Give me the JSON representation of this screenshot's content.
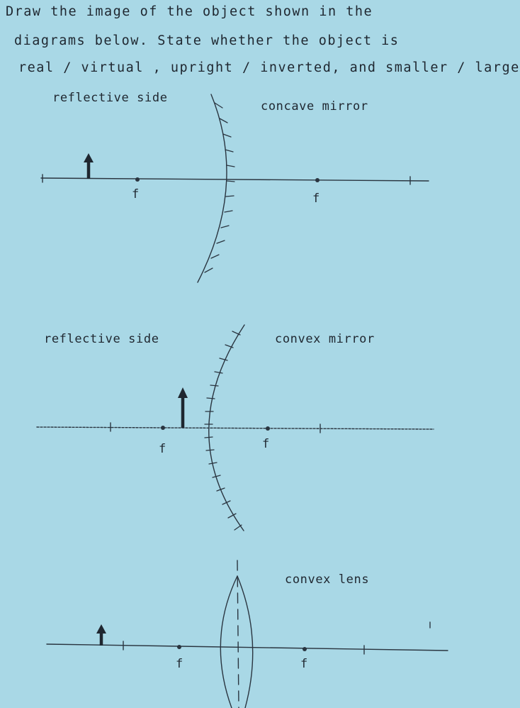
{
  "instructions": {
    "line1": "Draw the image of the object shown in the",
    "line2": "diagrams below. State whether the object is",
    "line3": "real / virtual , upright / inverted, and smaller / larger."
  },
  "diagram1": {
    "title": "concave mirror",
    "side_label": "reflective side",
    "focal_label_left": "f",
    "focal_label_right": "f"
  },
  "diagram2": {
    "title": "convex mirror",
    "side_label": "reflective side",
    "focal_label_left": "f",
    "focal_label_right": "f"
  },
  "diagram3": {
    "title": "convex lens",
    "focal_label_left": "f",
    "focal_label_right": "f"
  }
}
